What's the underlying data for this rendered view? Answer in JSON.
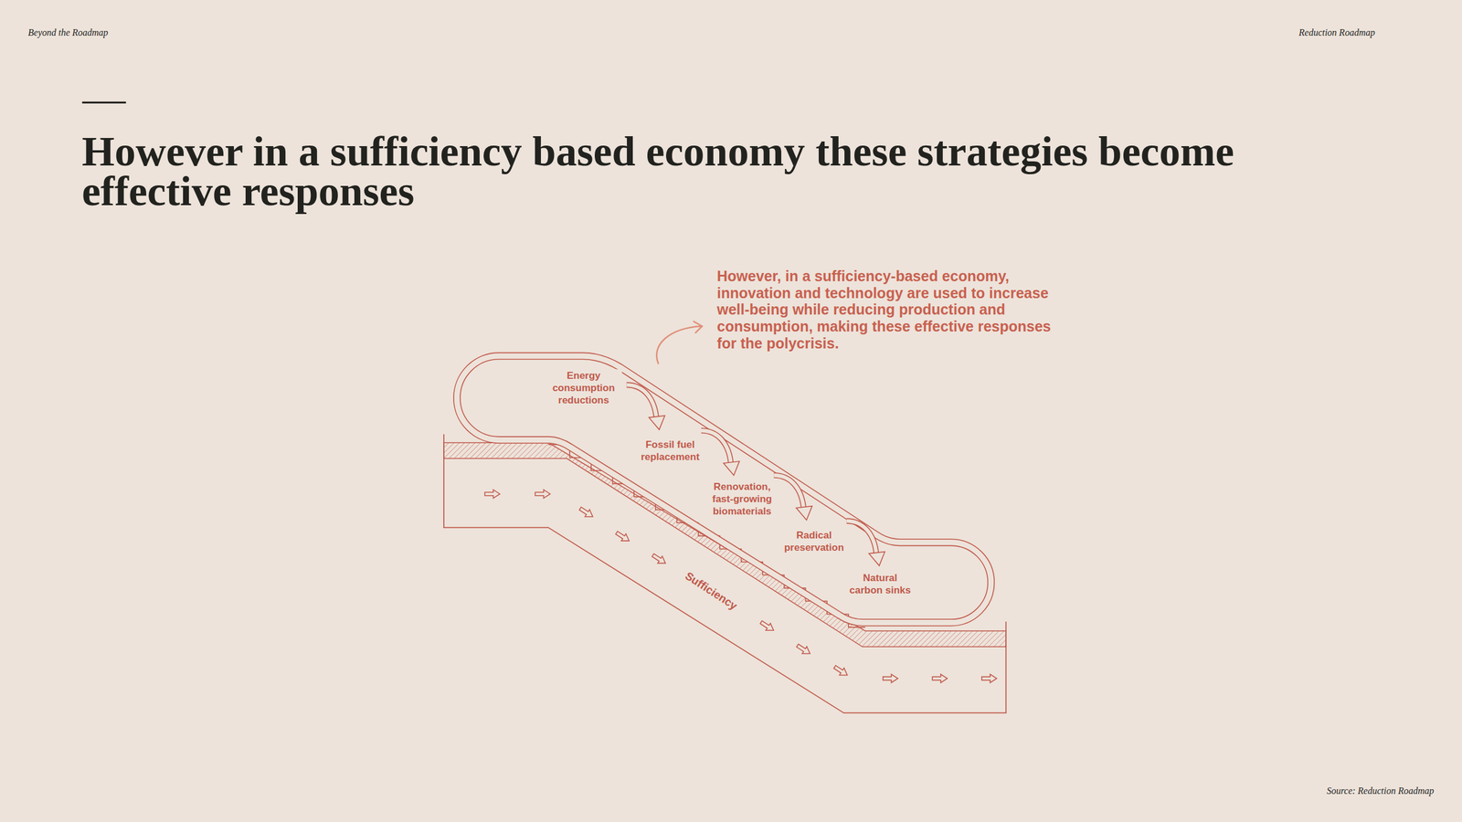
{
  "diagram": {
    "title": "However in a sufficiency based economy these strategies become effective responses",
    "labels": [
      "Beyond the Roadmap",
      "Reduction Roadmap",
      "However, in a sufficiency-based economy, innovation and technology are used to increase well-being while reducing production and consumption, making these effective responses for the polycrisis.",
      "Energy consumption reductions",
      "Fossil fuel replacement",
      "Renovation, fast-growing biomaterials",
      "Radical preservation",
      "Natural carbon sinks",
      "Sufficiency",
      "Source: Reduction Roadmap"
    ]
  }
}
